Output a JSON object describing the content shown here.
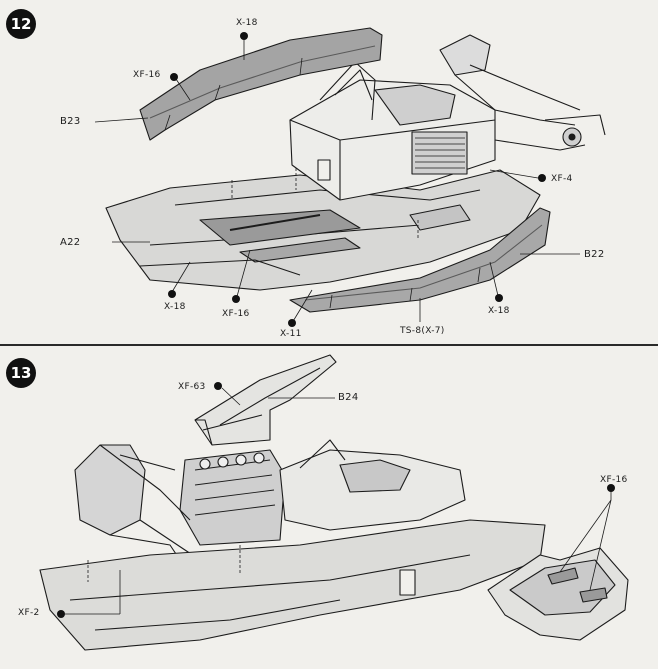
{
  "steps": [
    {
      "number": "12",
      "labels": {
        "x18_top": "X-18",
        "xf16_top": "XF-16",
        "b23": "B23",
        "xf4": "XF-4",
        "a22": "A22",
        "b22": "B22",
        "x18_left": "X-18",
        "xf16_bottom": "XF-16",
        "x11": "X-11",
        "ts8": "TS-8(X-7)",
        "x18_right": "X-18"
      }
    },
    {
      "number": "13",
      "labels": {
        "xf63": "XF-63",
        "b24": "B24",
        "xf16": "XF-16",
        "xf2": "XF-2"
      }
    }
  ],
  "colors": {
    "paper": "#f1f0ec",
    "ink": "#1c1c1c",
    "shade": "#8e8e8e",
    "panel": "#b9b9b9"
  }
}
